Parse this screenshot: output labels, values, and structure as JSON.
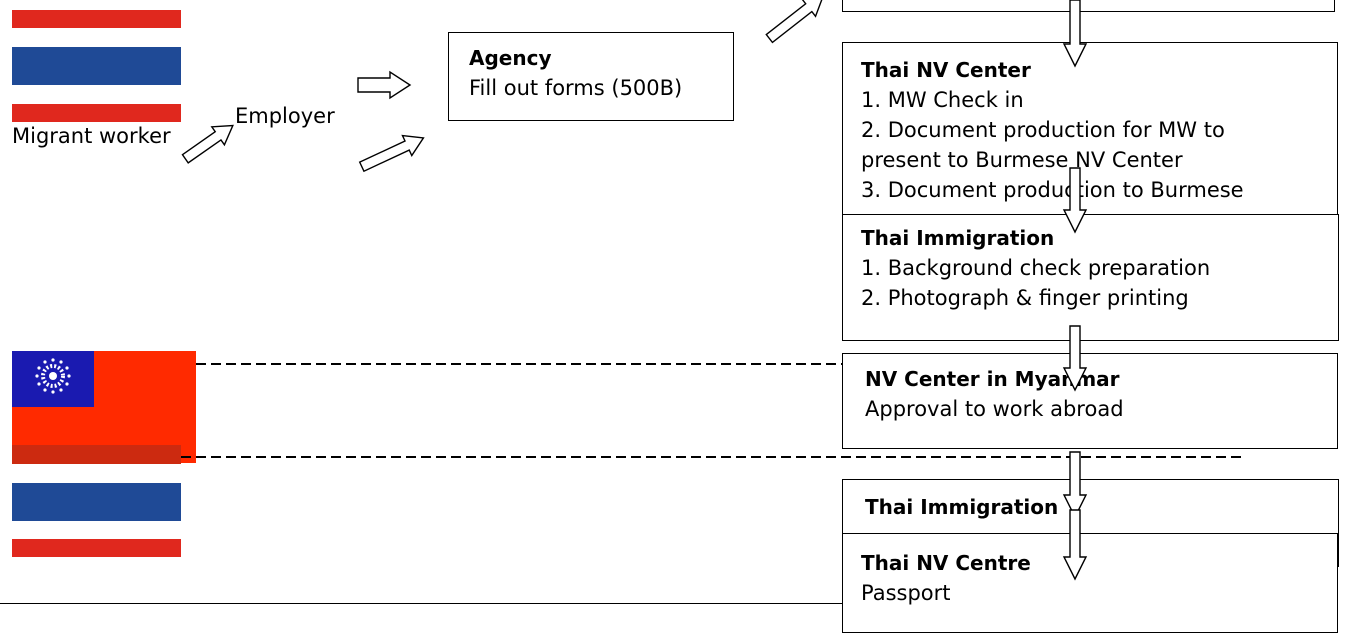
{
  "colors": {
    "thai_red": "#e0281e",
    "thai_blue": "#1f4a96",
    "myanmar_red": "#ff2a00",
    "myanmar_blue": "#1a1ab0",
    "white": "#ffffff",
    "black": "#000000"
  },
  "actors": {
    "migrant_worker": "Migrant worker",
    "employer": "Employer"
  },
  "agency": {
    "title": "Agency",
    "line1": "Fill out forms (500B)"
  },
  "thai_nv_center": {
    "title": "Thai NV Center",
    "line1": "1. MW Check in",
    "line2": "2. Document production for MW to",
    "line3": "present to Burmese NV Center",
    "line4": "3.  Document production to Burmese"
  },
  "thai_immigration_1": {
    "title": "Thai Immigration",
    "line1": "1.  Background check preparation",
    "line2": "2.  Photograph & finger printing"
  },
  "nv_center_myanmar": {
    "title": "NV Center in Myanmar",
    "line1": "Approval to work abroad"
  },
  "thai_immigration_2": {
    "title": "Thai Immigration"
  },
  "thai_nv_centre": {
    "title": "Thai NV Centre",
    "line1": "Passport"
  },
  "flags": [
    "thai-flag",
    "myanmar-flag",
    "thai-flag"
  ],
  "icons": [
    "block-arrow-right-icon",
    "block-arrow-up-right-icon",
    "block-arrow-down-icon",
    "dashed-border-line"
  ]
}
